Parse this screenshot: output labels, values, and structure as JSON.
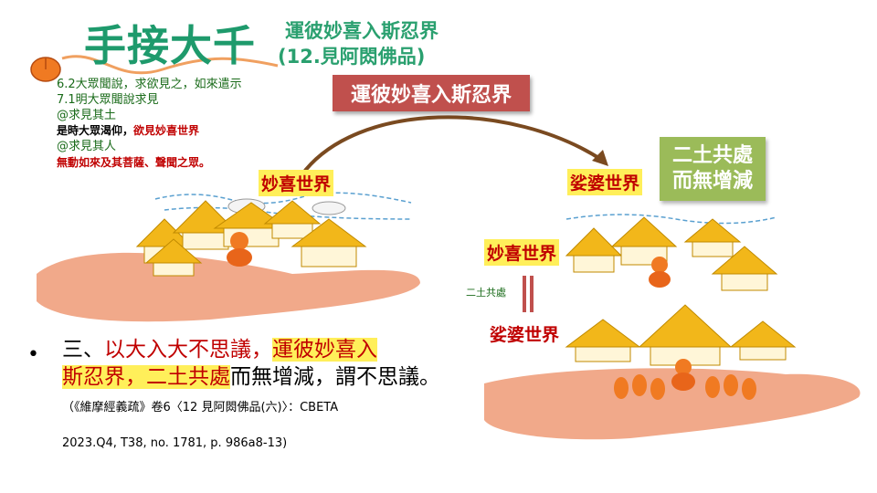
{
  "title": {
    "main": "手接大千",
    "sub1": "運彼妙喜入斯忍界",
    "sub2": "(12.見阿閦佛品)"
  },
  "outline": [
    "6.2大眾聞說，求欲見之，如來遣示",
    "7.1明大眾聞說求見",
    "@求見其土",
    "是時大眾渴仰，",
    "欲見妙喜世界",
    "@求見其人",
    "無動如來及其菩薩、聲聞之眾。"
  ],
  "banner": "運彼妙喜入斯忍界",
  "greenbox": {
    "line1": "二土共處",
    "line2": "而無增減"
  },
  "labels": {
    "left_miaoxi": "妙喜世界",
    "right_saha": "娑婆世界",
    "right_miaoxi": "妙喜世界",
    "right_saha2": "娑婆世界",
    "coexist": "二土共處"
  },
  "paragraph": {
    "p1": "三、",
    "p2": "以大入大不思議，",
    "p3": "運彼妙喜入",
    "p4": "斯忍界，二土共處",
    "p5": "而無增減，謂不思議。",
    "citation": "（《維摩經義疏》卷6〈12 見阿閦佛品(六)〉：CBETA",
    "citation2": "2023.Q4, T38, no. 1781, p. 986a8-13)"
  },
  "colors": {
    "title_green": "#1e9a6c",
    "banner_red": "#c0504d",
    "box_green": "#9bbb59",
    "highlight_yellow": "#ffef5a",
    "text_red": "#c00000"
  },
  "icons": [
    "mouse-icon",
    "arrow-icon",
    "hand-icon",
    "temple-icon",
    "buddha-icon",
    "cloud-icon"
  ]
}
